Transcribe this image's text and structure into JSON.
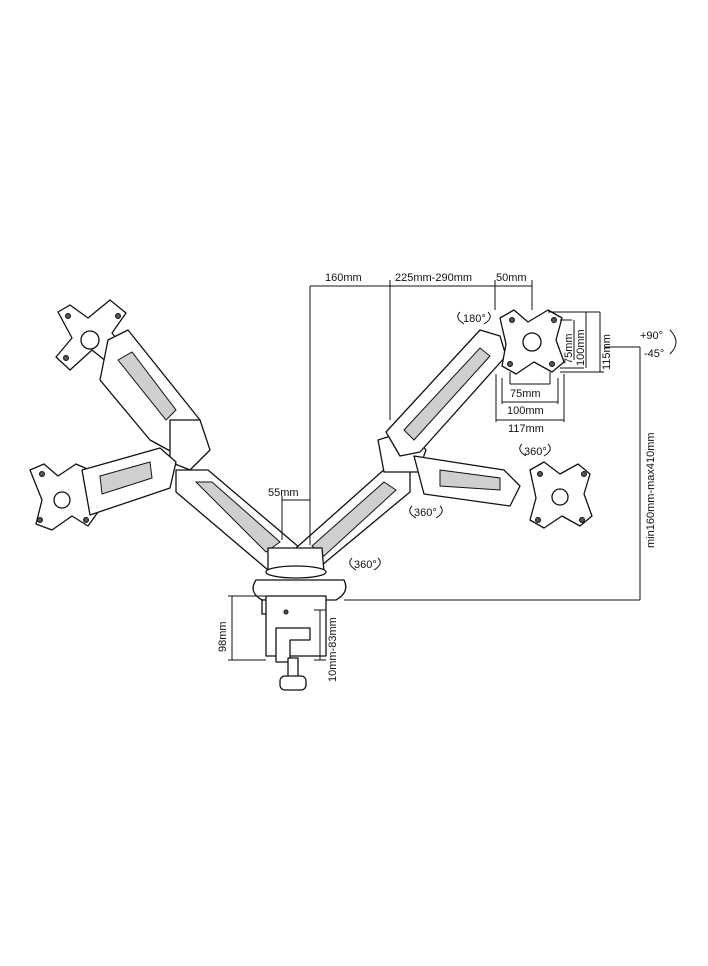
{
  "dimensions": {
    "pole_offset": "160mm",
    "arm_reach": "225mm-290mm",
    "head_offset": "50mm",
    "arm_spacing": "55mm",
    "vesa_75_h": "75mm",
    "vesa_100_h": "100mm",
    "plate_height": "115mm",
    "vesa_75_w": "75mm",
    "vesa_100_w": "100mm",
    "plate_width": "117mm",
    "height_range": "min160mm-max410mm",
    "clamp_height": "98mm",
    "clamp_range": "10mm-83mm"
  },
  "rotations": {
    "tilt_up": "+90°",
    "tilt_down": "-45°",
    "swivel_head": "180°",
    "rotate_plate": "360°",
    "rotate_arm": "360°",
    "rotate_base": "360°"
  },
  "colors": {
    "line": "#111111",
    "fill": "#ffffff",
    "shade": "#cfcfcf"
  }
}
